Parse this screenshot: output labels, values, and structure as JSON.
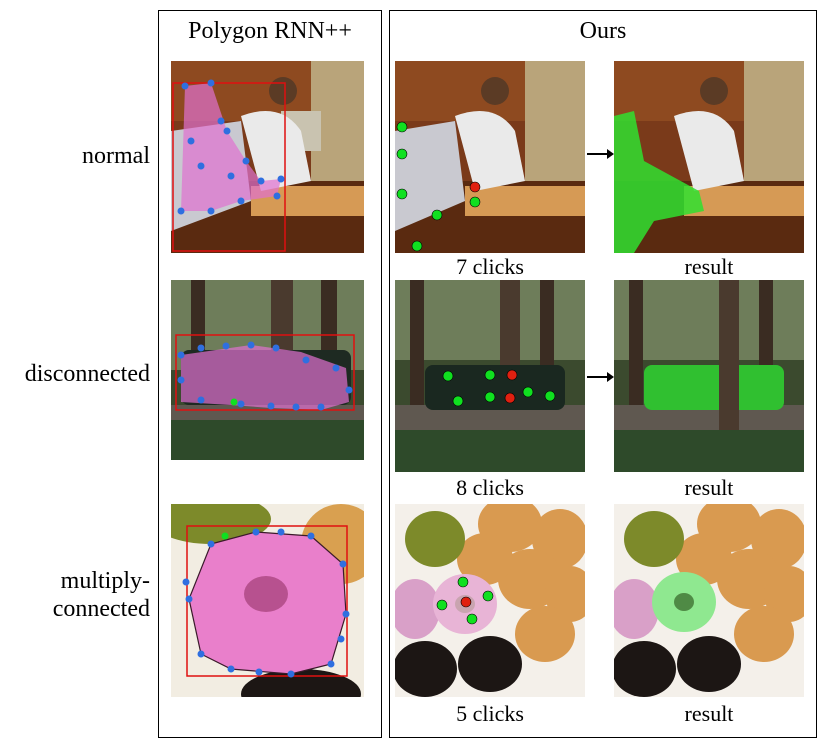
{
  "columns": {
    "left_title": "Polygon RNN++",
    "right_title": "Ours"
  },
  "rows": [
    {
      "label": "normal",
      "clicks_caption": "7 clicks",
      "result_caption": "result"
    },
    {
      "label": "disconnected",
      "clicks_caption": "8 clicks",
      "result_caption": "result"
    },
    {
      "label": "multiply-\nconnected",
      "label_line1": "multiply-",
      "label_line2": "connected",
      "clicks_caption": "5 clicks",
      "result_caption": "result"
    }
  ],
  "colors": {
    "polygon_fill": "#e070d0",
    "polygon_vertex": "#2f6fe0",
    "bbox": "#e01010",
    "positive_click": "#10e020",
    "negative_click": "#e02010",
    "result_mask": "#30e030"
  }
}
